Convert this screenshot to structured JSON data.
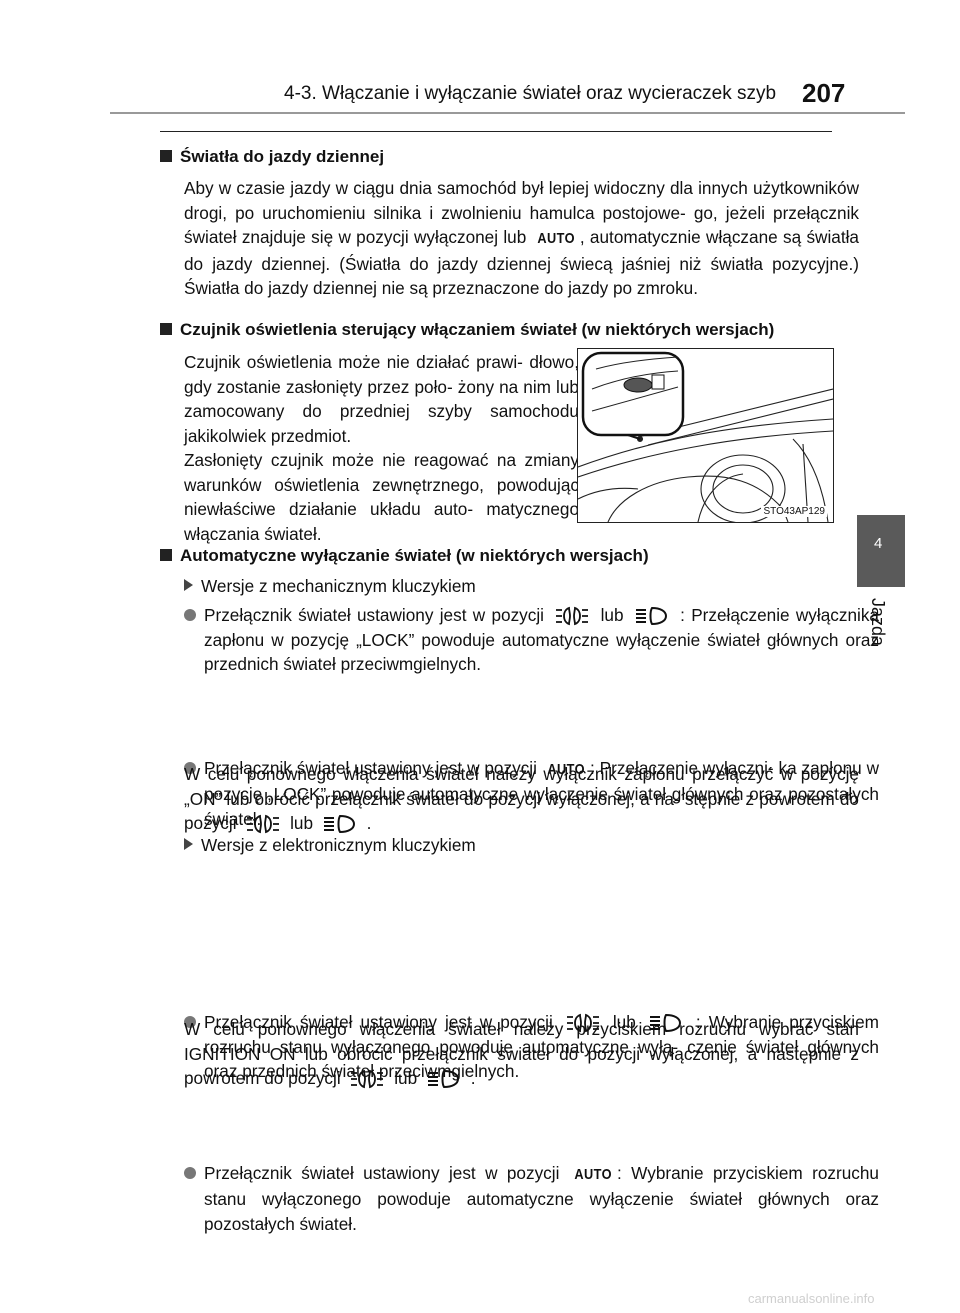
{
  "header": {
    "title": "4-3. Włączanie i wyłączanie świateł oraz wycieraczek szyb",
    "page": "207"
  },
  "side_tab": {
    "number": "4",
    "label": "Jazda"
  },
  "sections": {
    "drl": {
      "heading": "Światła do jazdy dziennej",
      "p1": "Aby w czasie jazdy w ciągu dnia samochód był lepiej widoczny dla innych użytkowników drogi, po uruchomieniu silnika i zwolnieniu hamulca postojowe- go, jeżeli przełącznik świateł znajduje się w pozycji wyłączonej lub",
      "p1_end": ", automatycznie włączane są światła do jazdy dziennej. (Światła do jazdy dziennej świecą jaśniej niż światła pozycyjne.) Światła do jazdy dziennej nie są przeznaczone do jazdy po zmroku."
    },
    "sensor": {
      "heading": "Czujnik oświetlenia sterujący włączaniem świateł (w niektórych wersjach)",
      "p1": "Czujnik oświetlenia może nie działać prawi- dłowo, gdy zostanie zasłonięty przez poło- żony na nim lub zamocowany do przedniej szyby samochodu jakikolwiek przedmiot.",
      "p2": "Zasłonięty czujnik może nie reagować na zmiany warunków oświetlenia zewnętrznego, powodując niewłaściwe działanie układu auto- matycznego włączania świateł.",
      "figure_code": "STO43AP129"
    },
    "auto_off": {
      "heading": "Automatyczne wyłączanie świateł (w niektórych wersjach)",
      "mech_title": "Wersje z mechanicznym kluczykiem",
      "mech_b1_a": "Przełącznik świateł ustawiony jest w pozycji",
      "mech_b1_lub": "lub",
      "mech_b1_b": ": Przełączenie wyłącznika zapłonu w pozycję „LOCK” powoduje automatyczne wyłączenie świateł głównych oraz przednich świateł przeciwmgielnych.",
      "mech_b2_a": "Przełącznik świateł ustawiony jest w pozycji",
      "mech_b2_b": ": Przełączenie wyłączni- ka zapłonu w pozycję „LOCK” powoduje automatyczne wyłączenie świateł głównych oraz pozostałych świateł.",
      "mech_p_a": "W celu ponownego włączenia świateł należy wyłącznik zapłonu przełączyć w pozycję „ON” lub obrócić przełącznik świateł do pozycji wyłączonej, a na- stępnie z powrotem do pozycji",
      "mech_p_lub": "lub",
      "mech_p_end": ".",
      "elec_title": "Wersje z elektronicznym kluczykiem",
      "elec_b1_a": "Przełącznik świateł ustawiony jest w pozycji",
      "elec_b1_lub": "lub",
      "elec_b1_b": ": Wybranie przyciskiem rozruchu stanu wyłączonego powoduje automatyczne wyłą- czenie świateł głównych oraz przednich świateł przeciwmgielnych.",
      "elec_b2_a": "Przełącznik świateł ustawiony jest w pozycji",
      "elec_b2_b": ": Wybranie przyciskiem rozruchu stanu wyłączonego powoduje automatyczne wyłączenie świateł głównych oraz pozostałych świateł.",
      "elec_p_a": "W celu ponownego włączenia świateł należy przyciskiem rozruchu wybrać stan IGNITION ON lub obrócić przełącznik świateł do pozycji wyłączonej, a następnie z powrotem do pozycji",
      "elec_p_lub": "lub",
      "elec_p_end": "."
    }
  },
  "auto_symbol": "AUTO",
  "icons": {
    "parking": "parking-light-icon",
    "headlight": "headlight-icon"
  },
  "footer": "carmanualsonline.info"
}
